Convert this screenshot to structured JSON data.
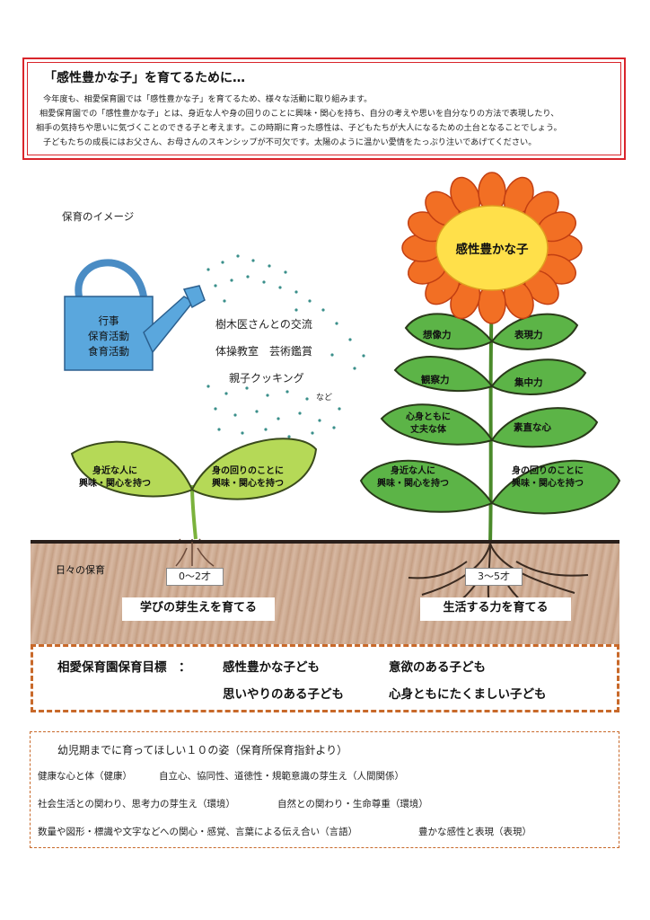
{
  "intro": {
    "title": "「感性豊かな子」を育てるために…",
    "lines": [
      "今年度も、相愛保育園では「感性豊かな子」を育てるため、様々な活動に取り組みます。",
      "相愛保育園での「感性豊かな子」とは、身近な人や身の回りのことに興味・関心を持ち、自分の考えや思いを自分なりの方法で表現したり、",
      "相手の気持ちや思いに気づくことのできる子と考えます。この時期に育った感性は、子どもたちが大人になるための土台となることでしょう。",
      "子どもたちの成長にはお父さん、お母さんのスキンシップが不可欠です。太陽のように温かい愛情をたっぷり注いであげてください。"
    ]
  },
  "image_label": "保育のイメージ",
  "watering_can": {
    "lines": [
      "行事",
      "保育活動",
      "食育活動"
    ]
  },
  "activities": [
    "樹木医さんとの交流",
    "体操教室　芸術鑑賞",
    "親子クッキング",
    "など"
  ],
  "flower_center": "感性豊かな子",
  "sprout_leaves": {
    "left": [
      "身近な人に",
      "興味・関心を持つ"
    ],
    "right": [
      "身の回りのことに",
      "興味・関心を持つ"
    ]
  },
  "plant_leaves": {
    "imagination": "想像力",
    "expression": "表現力",
    "observation": "観察力",
    "concentration": "集中力",
    "health": [
      "心身ともに",
      "丈夫な体"
    ],
    "honesty": "素直な心",
    "left_bottom": [
      "身近な人に",
      "興味・関心を持つ"
    ],
    "right_bottom": [
      "身の回りのことに",
      "興味・関心を持つ"
    ]
  },
  "ground_label": "日々の保育",
  "age_young": "0〜2才",
  "age_old": "3〜5才",
  "caption_young": "学びの芽生えを育てる",
  "caption_old": "生活する力を育てる",
  "goals": {
    "label": "相愛保育園保育目標　：",
    "items": [
      "感性豊かな子ども",
      "意欲のある子ども",
      "思いやりのある子ども",
      "心身ともにたくましい子ども"
    ]
  },
  "ten": {
    "title": "幼児期までに育ってほしい１０の姿（保育所保育指針より）",
    "rows": [
      [
        "健康な心と体（健康）",
        "自立心、協同性、道徳性・規範意識の芽生え（人間関係）"
      ],
      [
        "社会生活との関わり、思考力の芽生え（環境）",
        "自然との関わり・生命尊重（環境）"
      ],
      [
        "数量や図形・標識や文字などへの関心・感覚、言葉による伝え合い（言語）",
        "豊かな感性と表現（表現）"
      ]
    ]
  },
  "colors": {
    "intro_border": "#d9252b",
    "goal_border": "#c8692a",
    "leaf_green": "#5cb447",
    "sprout_green": "#b5d957",
    "petal_orange": "#f26f24",
    "flower_yellow": "#ffe04a",
    "can_blue": "#5aa7dd",
    "soil_brown": "#cfae96"
  }
}
